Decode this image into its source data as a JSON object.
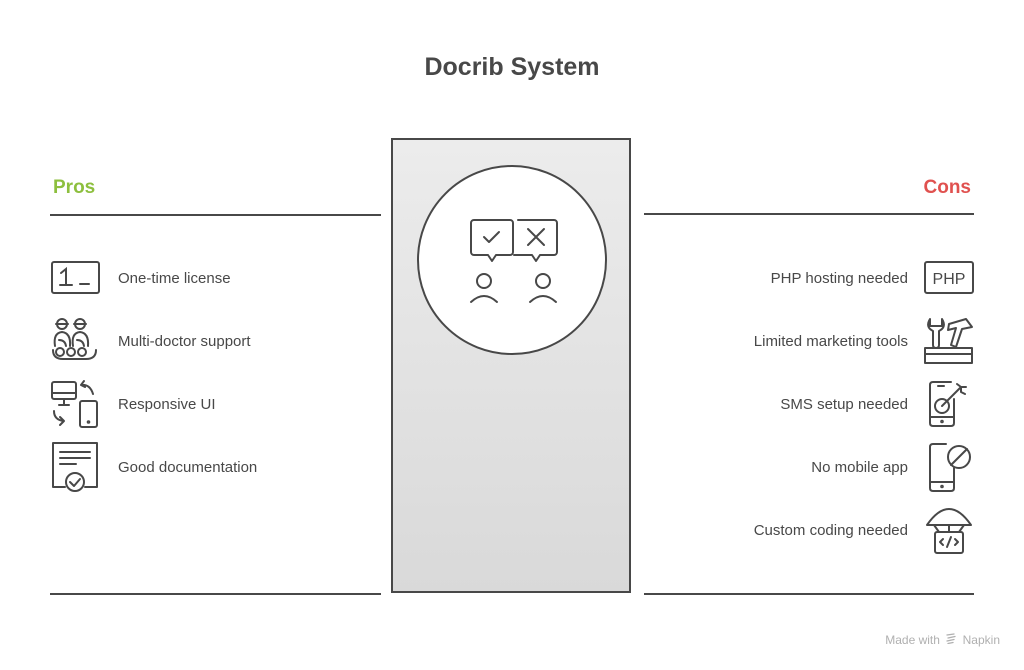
{
  "title": "Docrib System",
  "pros": {
    "heading": "Pros",
    "color": "#8dbf3e",
    "items": [
      {
        "label": "One-time license",
        "icon": "license-one-icon"
      },
      {
        "label": "Multi-doctor support",
        "icon": "doctors-team-icon"
      },
      {
        "label": "Responsive UI",
        "icon": "responsive-devices-icon"
      },
      {
        "label": "Good documentation",
        "icon": "certified-document-icon"
      }
    ]
  },
  "cons": {
    "heading": "Cons",
    "color": "#e0514f",
    "items": [
      {
        "label": "PHP hosting needed",
        "icon": "php-icon"
      },
      {
        "label": "Limited marketing tools",
        "icon": "toolbox-icon"
      },
      {
        "label": "SMS setup needed",
        "icon": "phone-target-icon"
      },
      {
        "label": "No mobile app",
        "icon": "phone-blocked-icon"
      },
      {
        "label": "Custom coding needed",
        "icon": "code-parachute-icon"
      }
    ]
  },
  "center": {
    "icon": "approve-reject-people-icon"
  },
  "footer": {
    "prefix": "Made with",
    "brand": "Napkin"
  }
}
